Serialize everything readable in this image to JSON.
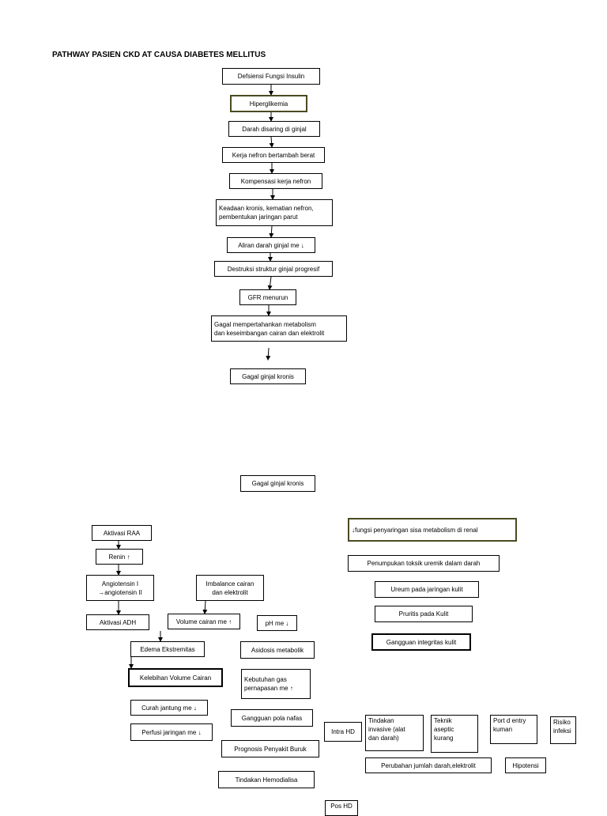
{
  "title": "PATHWAY PASIEN CKD AT CAUSA DIABETES MELLITUS",
  "pathway_1": [
    "Defsiensi Fungsi Insulin",
    "Hiperglikemia",
    "Darah disaring di ginjal",
    "Kerja nefron bertambah berat",
    "Kompensasi kerja nefron",
    "Keadaan kronis, kematian nefron,\npembentukan jaringan parut",
    "Aliran darah ginjal me ↓",
    "Destruksi struktur ginjal progresif",
    "GFR menurun",
    "Gagal mempertahankan metabolism\ndan keseimbangan cairan dan elektrolit",
    "Gagal ginjal kronis"
  ],
  "pathway_2": {
    "root": "Gagal ginjal kronis",
    "left_column": [
      "Aktivasi RAA",
      "Renin ↑",
      "Angiotensin I\n→angiotensin II",
      "Aktivasi ADH"
    ],
    "imbalance": "Imbalance cairan\ndan elektrolit",
    "volume": "Volume cairan me ↑",
    "edema": "Edema Ekstremitas",
    "kelebihan": "Kelebihan Volume Cairan",
    "curah": "Curah jantung me ↓",
    "perfusi": "Perfusi jaringan me ↓",
    "ph": "pH me ↓",
    "asidosis": "Asidosis metabolik",
    "kebutuhan": "Kebutuhan gas\npernapasan me ↑",
    "gangguan_pola": "Gangguan pola nafas",
    "prognosis": "Prognosis Penyakit Buruk",
    "tindakan_hd": "Tindakan Hemodialisa",
    "fungsi": "↓fungsi penyaringan sisa metabolism di renal",
    "penumpukan": "Penumpukan toksik uremik dalam darah",
    "ureum": "Ureum pada jaringan kulit",
    "pruritis": "Pruritis pada Kulit",
    "gangguan_kulit": "Gangguan integritas kulit",
    "intra_hd": "Intra HD",
    "tindakan_invasive": "Tindakan\ninvasive (alat\ndan darah)",
    "teknik": "Teknik\naseptic\nkurang",
    "port": "Port d entry\nkuman",
    "risiko": "Risiko\ninfeksi",
    "perubahan": "Perubahan jumlah darah,elektrolit",
    "hipotensi": "Hipotensi",
    "pos_hd": "Pos HD"
  }
}
